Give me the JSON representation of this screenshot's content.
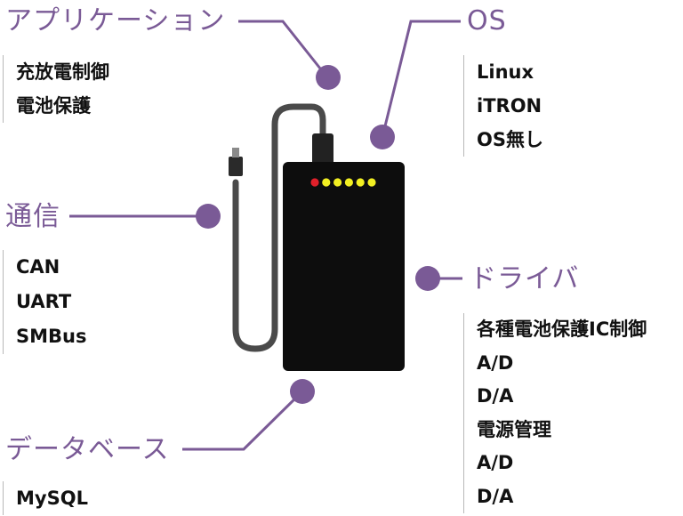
{
  "colors": {
    "accent": "#7a5a96",
    "device_body": "#0d0d0d",
    "cable": "#4a4a4a",
    "led_red": "#e0202a",
    "led_yellow": "#f2ef22"
  },
  "device": {
    "leds": [
      "red",
      "yellow",
      "yellow",
      "yellow",
      "yellow",
      "yellow"
    ]
  },
  "groups": {
    "application": {
      "title": "アプリケーション",
      "items": [
        "充放電制御",
        "電池保護"
      ]
    },
    "os": {
      "title": "OS",
      "items": [
        "Linux",
        "iTRON",
        "OS無し"
      ]
    },
    "communication": {
      "title": "通信",
      "items": [
        "CAN",
        "UART",
        "SMBus"
      ]
    },
    "driver": {
      "title": "ドライバ",
      "items": [
        "各種電池保護IC制御",
        "A/D",
        "D/A",
        "電源管理",
        "A/D",
        "D/A"
      ]
    },
    "database": {
      "title": "データベース",
      "items": [
        "MySQL"
      ]
    }
  }
}
